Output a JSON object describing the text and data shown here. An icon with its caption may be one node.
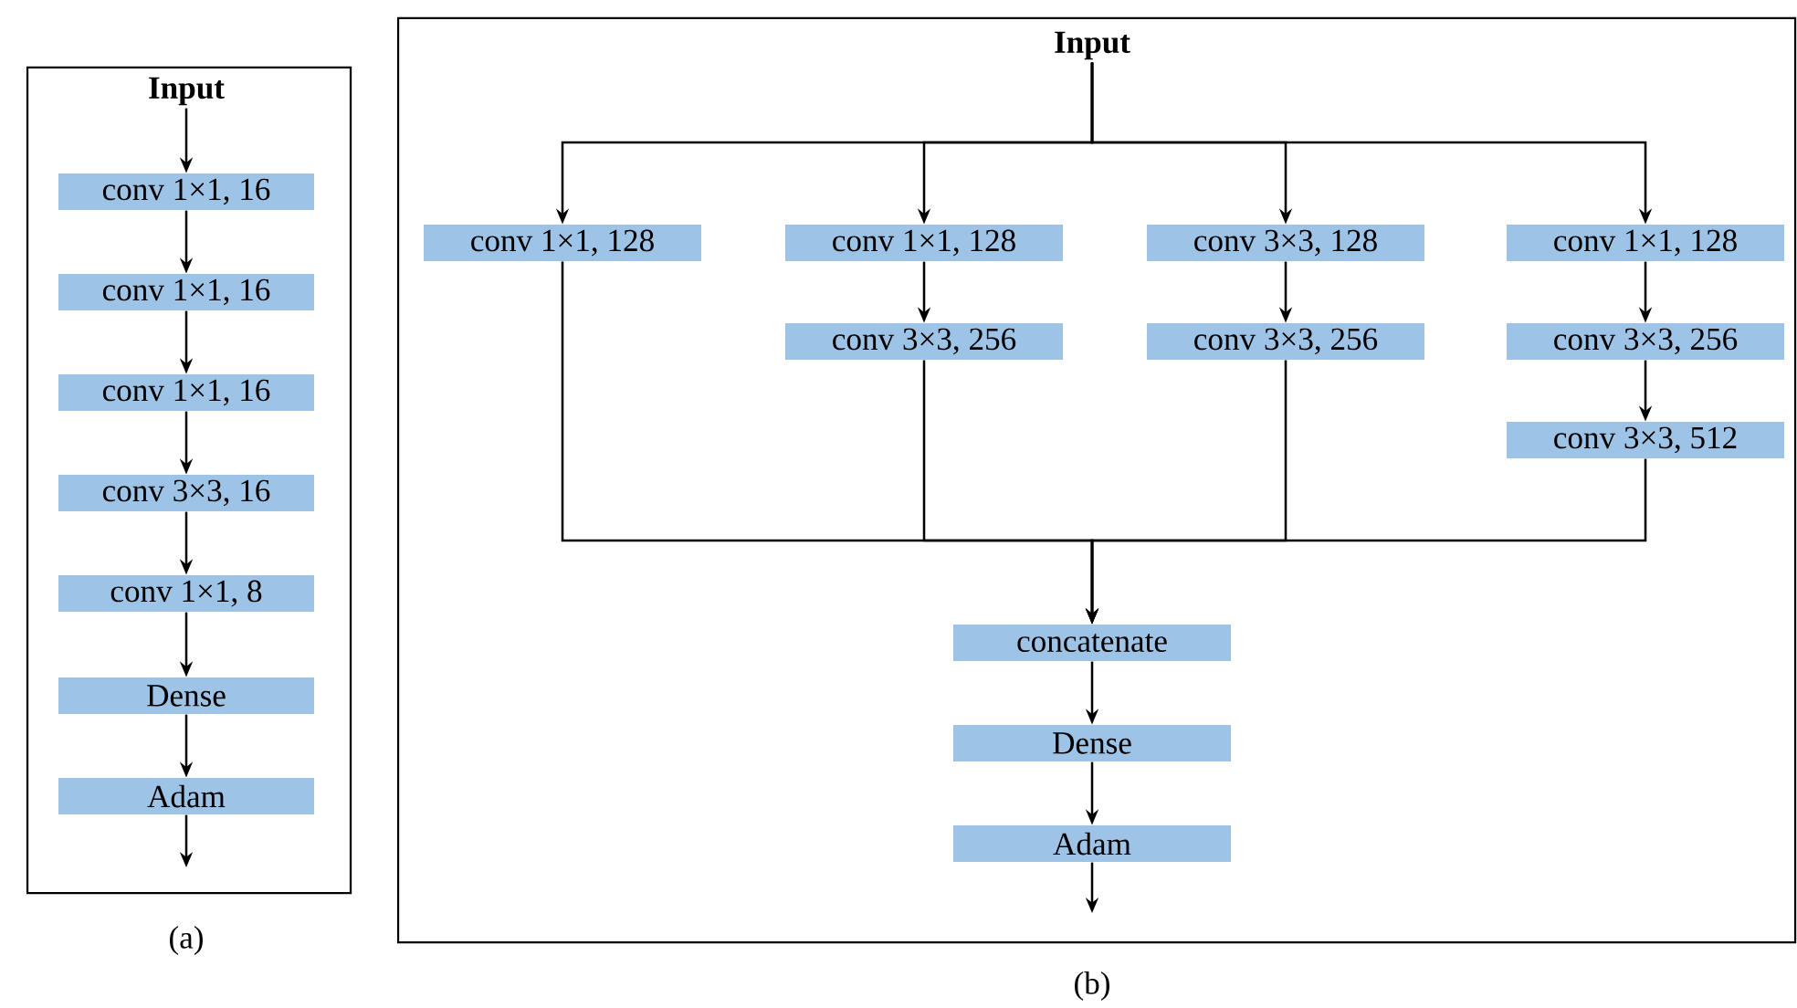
{
  "diagram": {
    "nodes": [
      {
        "text": [],
        "shape": "box",
        "beside": [
          "(a)"
        ]
      },
      {
        "text": [
          "Input"
        ],
        "in": 0
      },
      {
        "text": [
          "conv 1×1, 16"
        ],
        "in": 0
      },
      {
        "text": [
          "conv 1×1, 16"
        ],
        "in": 0
      },
      {
        "text": [
          "conv 1×1, 16"
        ],
        "in": 0
      },
      {
        "text": [
          "conv 3×3, 16"
        ],
        "in": 0
      },
      {
        "text": [
          "conv 1×1, 8"
        ],
        "in": 0
      },
      {
        "text": [
          "Dense"
        ],
        "in": 0
      },
      {
        "text": [
          "Adam"
        ],
        "in": 0
      },
      {
        "text": [],
        "shape": "box",
        "beside": [
          "(b)"
        ]
      },
      {
        "text": [
          "Input"
        ],
        "in": 9
      },
      {
        "text": [
          "conv 1×1, 128"
        ],
        "in": 9
      },
      {
        "text": [
          "conv 1×1, 128"
        ],
        "in": 9
      },
      {
        "text": [
          "conv 3×3, 128"
        ],
        "in": 9
      },
      {
        "text": [
          "conv 1×1, 128"
        ],
        "in": 9
      },
      {
        "text": [
          "conv 3×3, 256"
        ],
        "in": 9
      },
      {
        "text": [
          "conv 3×3, 256"
        ],
        "in": 9
      },
      {
        "text": [
          "conv 3×3, 256"
        ],
        "in": 9
      },
      {
        "text": [
          "conv 3×3, 512"
        ],
        "in": 9
      },
      {
        "text": [
          "concatenate"
        ],
        "in": 9
      },
      {
        "text": [
          "Dense"
        ],
        "in": 9
      },
      {
        "text": [
          "Adam"
        ],
        "in": 9
      }
    ],
    "edges": [
      {
        "from": 1,
        "to": 2,
        "arrow": "to"
      },
      {
        "from": 2,
        "to": 3,
        "arrow": "to"
      },
      {
        "from": 3,
        "to": 4,
        "arrow": "to"
      },
      {
        "from": 4,
        "to": 5,
        "arrow": "to"
      },
      {
        "from": 5,
        "to": 6,
        "arrow": "to"
      },
      {
        "from": 6,
        "to": 7,
        "arrow": "to"
      },
      {
        "from": 7,
        "to": 8,
        "arrow": "to"
      },
      {
        "from": 8,
        "to": null,
        "arrow": "to"
      },
      {
        "from": 10,
        "to": 11,
        "arrow": "to"
      },
      {
        "from": 10,
        "to": 12,
        "arrow": "to"
      },
      {
        "from": 10,
        "to": 13,
        "arrow": "to"
      },
      {
        "from": 10,
        "to": 14,
        "arrow": "to"
      },
      {
        "from": 12,
        "to": 15,
        "arrow": "to"
      },
      {
        "from": 13,
        "to": 16,
        "arrow": "to"
      },
      {
        "from": 14,
        "to": 17,
        "arrow": "to"
      },
      {
        "from": 17,
        "to": 18,
        "arrow": "to"
      },
      {
        "from": 11,
        "to": 19,
        "arrow": "to"
      },
      {
        "from": 15,
        "to": 19,
        "arrow": "to"
      },
      {
        "from": 16,
        "to": 19,
        "arrow": "to"
      },
      {
        "from": 18,
        "to": 19,
        "arrow": "to"
      },
      {
        "from": 19,
        "to": 20,
        "arrow": "to"
      },
      {
        "from": 20,
        "to": 21,
        "arrow": "to"
      },
      {
        "from": 21,
        "to": null,
        "arrow": "to"
      }
    ]
  }
}
